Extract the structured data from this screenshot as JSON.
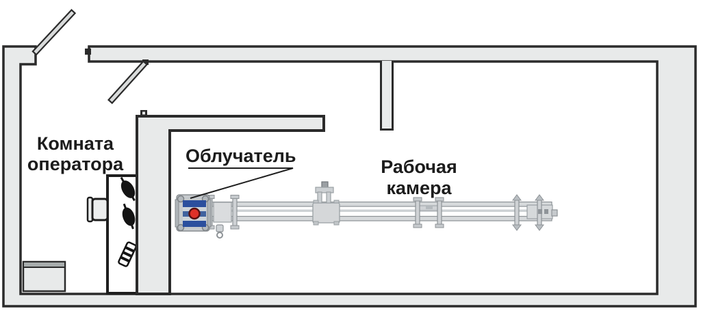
{
  "labels": {
    "operator_room": "Комната\nоператора",
    "irradiator": "Облучатель",
    "working_chamber": "Рабочая\nкамера"
  },
  "colors": {
    "wall_fill": "#e8eaea",
    "wall_outline": "#2b2b2b",
    "room_outline": "#1e1e1e",
    "equipment_fill": "#d6d9db",
    "equipment_outline": "#8d9296",
    "irradiator_blue": "#2b4f9e",
    "irradiator_blue_light": "#41639f",
    "irradiator_light_band": "#cdd4da",
    "source_red": "#df3128",
    "source_red_outline": "#571111",
    "device_black": "#141414"
  }
}
